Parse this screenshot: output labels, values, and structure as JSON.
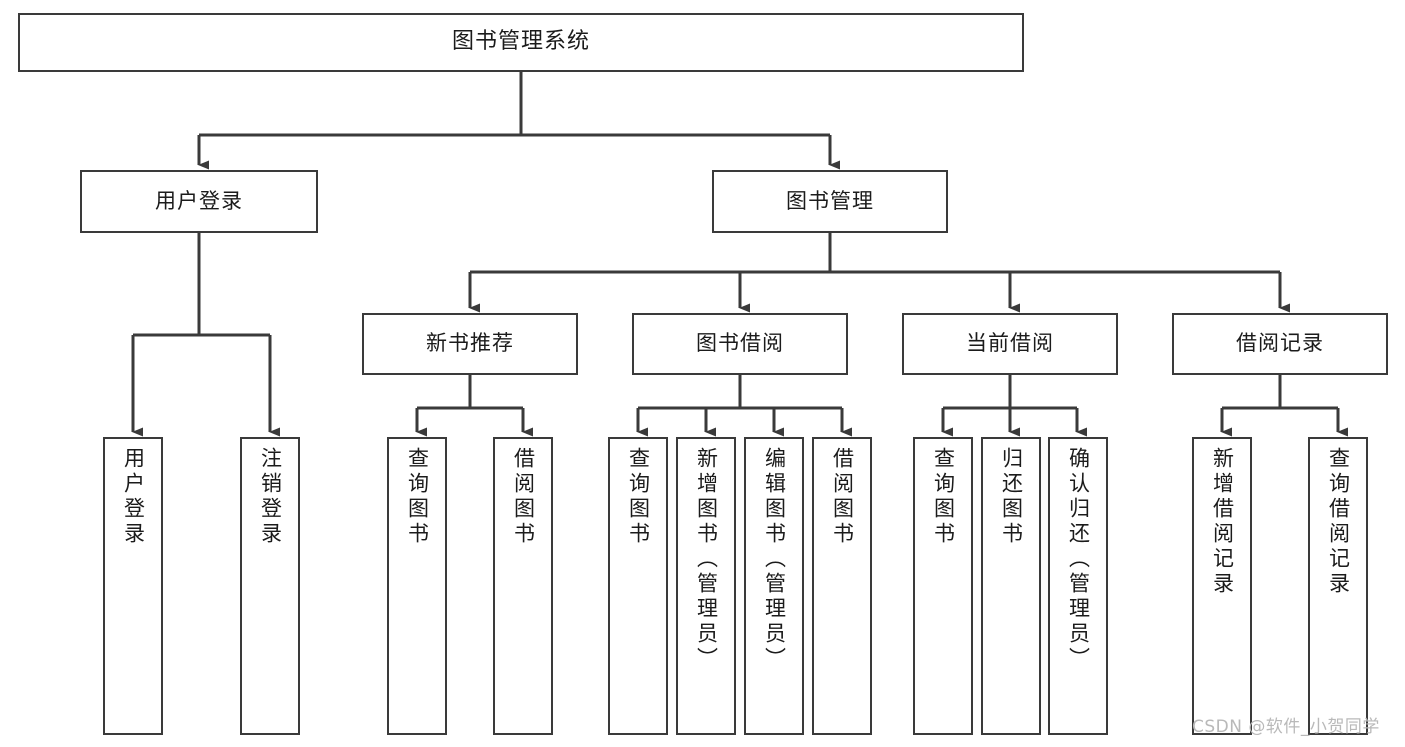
{
  "diagram": {
    "title": "图书管理系统",
    "watermark": "CSDN @软件_小贺同学",
    "colors": {
      "background": "#ffffff",
      "box_fill": "#ffffff",
      "box_border": "#3a3a3a",
      "connector": "#3a3a3a",
      "text": "#1b1b1b",
      "watermark": "#b9b9b9"
    },
    "nodes": {
      "root": {
        "label": "图书管理系统"
      },
      "level2": [
        {
          "label": "用户登录"
        },
        {
          "label": "图书管理"
        }
      ],
      "level3": [
        {
          "label": "新书推荐"
        },
        {
          "label": "图书借阅"
        },
        {
          "label": "当前借阅"
        },
        {
          "label": "借阅记录"
        }
      ],
      "leaves": {
        "user_login": [
          {
            "label": "用户登录"
          },
          {
            "label": "注销登录"
          }
        ],
        "new_book_recommend": [
          {
            "label": "查询图书"
          },
          {
            "label": "借阅图书"
          }
        ],
        "book_borrow": [
          {
            "label": "查询图书"
          },
          {
            "label": "新增图书（管理员）"
          },
          {
            "label": "编辑图书（管理员）"
          },
          {
            "label": "借阅图书"
          }
        ],
        "current_borrow": [
          {
            "label": "查询图书"
          },
          {
            "label": "归还图书"
          },
          {
            "label": "确认归还（管理员）"
          }
        ],
        "borrow_record": [
          {
            "label": "新增借阅记录"
          },
          {
            "label": "查询借阅记录"
          }
        ]
      }
    }
  }
}
